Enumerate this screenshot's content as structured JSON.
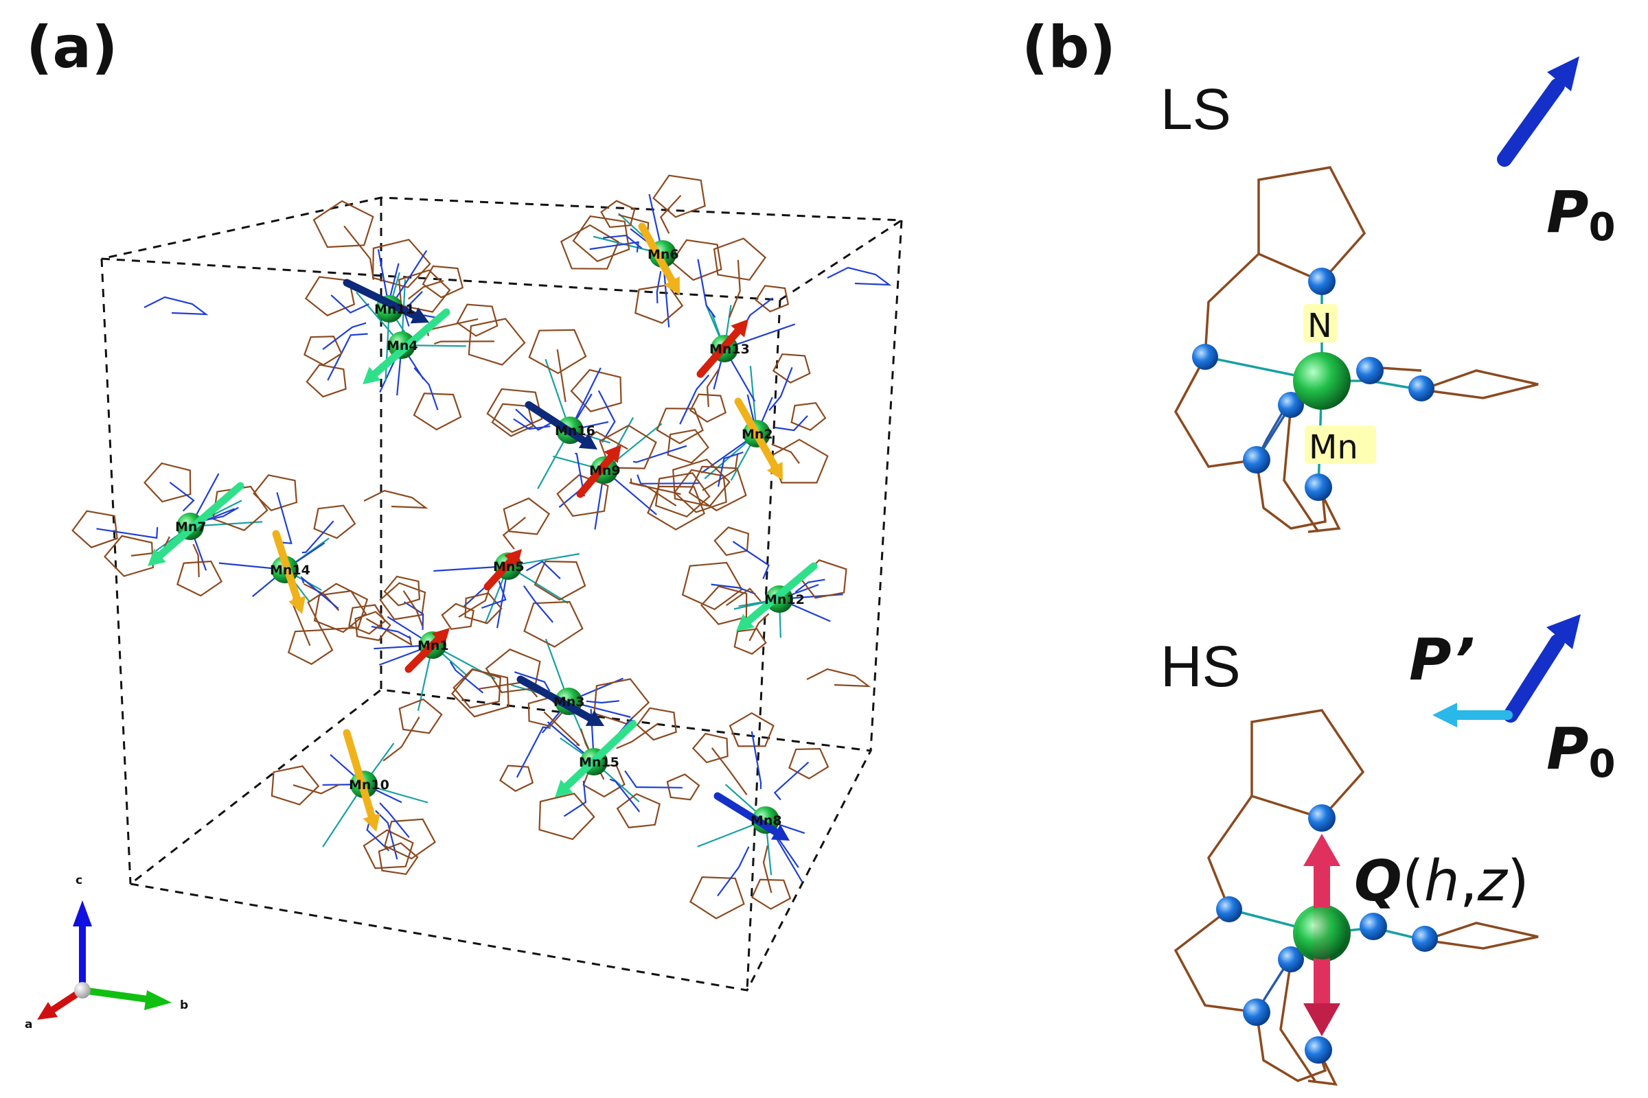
{
  "panels": {
    "a": "(a)",
    "b": "(b)"
  },
  "axes": {
    "c": "c",
    "b": "b",
    "a": "a"
  },
  "mn_labels": [
    "Mn1",
    "Mn2",
    "Mn3",
    "Mn4",
    "Mn5",
    "Mn6",
    "Mn7",
    "Mn8",
    "Mn9",
    "Mn10",
    "Mn11",
    "Mn12",
    "Mn13",
    "Mn14",
    "Mn15",
    "Mn16"
  ],
  "panel_b": {
    "ls": {
      "state": "LS",
      "n_label": "N",
      "mn_label": "Mn",
      "p0": "P",
      "p0_sub": "0"
    },
    "hs": {
      "state": "HS",
      "p_prime": "P’",
      "p0": "P",
      "p0_sub": "0",
      "q_bold": "Q",
      "q_open": "(",
      "q_h": "h",
      "q_comma": ",",
      "q_z": "z",
      "q_close": ")"
    }
  },
  "colors": {
    "atom_mn": "#22c04a",
    "atom_n": "#1f78e0",
    "ligand_brown": "#8b4a1f",
    "ligand_blue": "#1f3fd6",
    "arrow_red": "#d4200c",
    "arrow_yellow": "#f0b21a",
    "arrow_green": "#2fe08a",
    "arrow_navy": "#0d2a7a",
    "arrow_blue_p0": "#1430c8",
    "arrow_cyan": "#29b8e8",
    "arrow_pink": "#e0305e",
    "label_highlight": "#ffffb4",
    "axis_c": "#1010e0",
    "axis_b": "#10c010",
    "axis_a": "#d01010"
  }
}
